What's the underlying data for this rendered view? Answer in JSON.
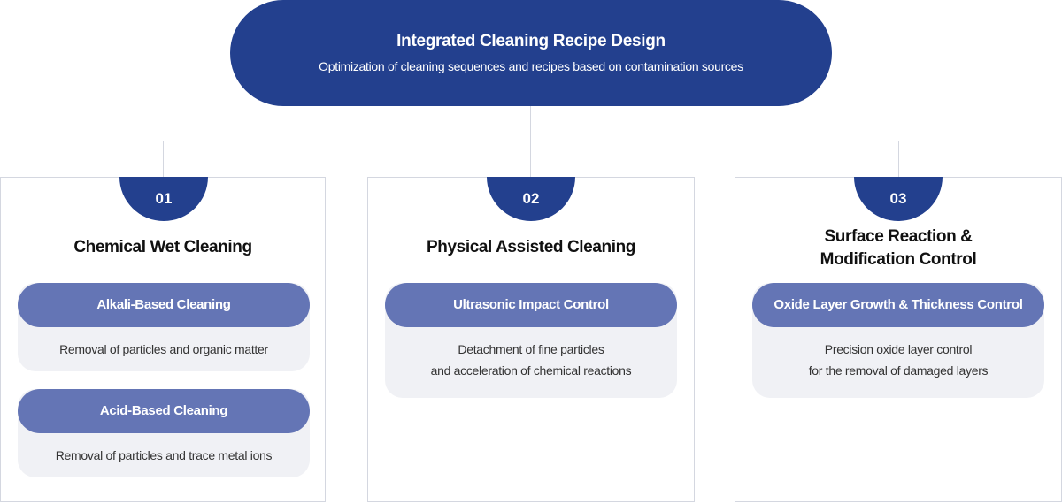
{
  "root": {
    "title": "Integrated Cleaning Recipe Design",
    "subtitle": "Optimization of cleaning sequences and recipes based on contamination sources"
  },
  "columns": [
    {
      "number": "01",
      "title": "Chemical Wet Cleaning",
      "items": [
        {
          "head": "Alkali-Based Cleaning",
          "desc": [
            "Removal of particles and organic matter"
          ]
        },
        {
          "head": "Acid-Based Cleaning",
          "desc": [
            "Removal of particles and trace metal ions"
          ]
        }
      ]
    },
    {
      "number": "02",
      "title": "Physical Assisted Cleaning",
      "items": [
        {
          "head": "Ultrasonic Impact Control",
          "desc": [
            "Detachment of fine particles",
            "and acceleration of chemical reactions"
          ]
        }
      ]
    },
    {
      "number": "03",
      "title": [
        "Surface Reaction &",
        "Modification Control"
      ],
      "items": [
        {
          "head": "Oxide Layer Growth & Thickness Control",
          "desc": [
            "Precision oxide layer control",
            "for the removal of damaged layers"
          ]
        }
      ]
    }
  ],
  "colors": {
    "primary": "#23408e",
    "secondary": "#6475b5",
    "panel": "#f0f1f5",
    "border": "#d4d7e0"
  }
}
